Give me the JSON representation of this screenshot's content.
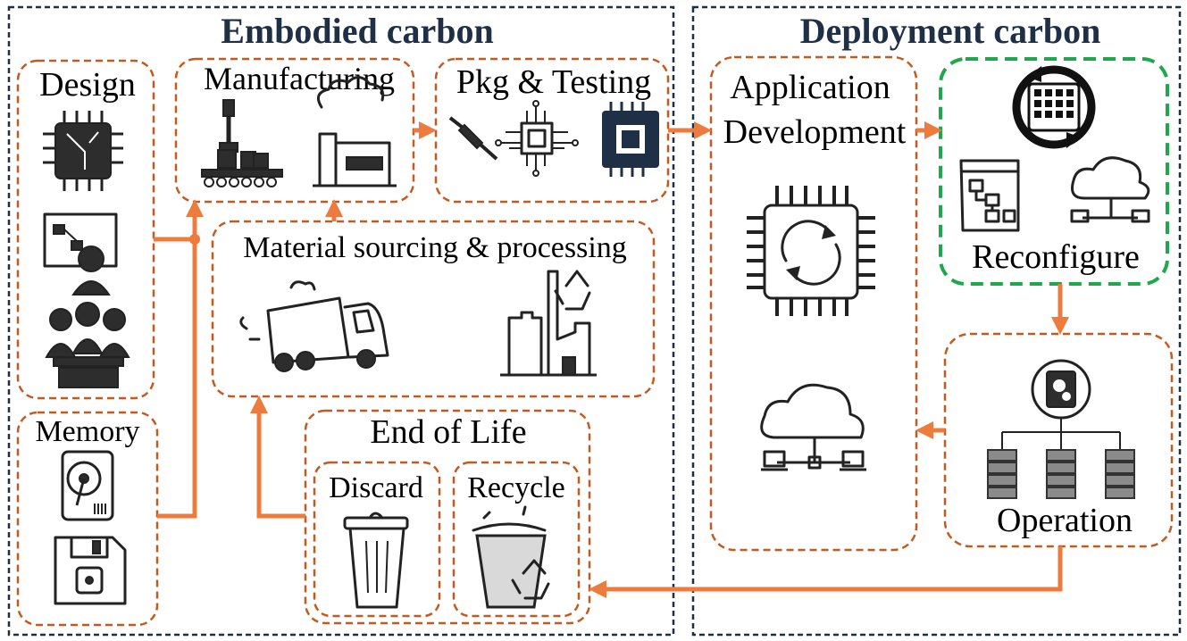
{
  "panels": {
    "embodied_title": "Embodied carbon",
    "deployment_title": "Deployment carbon"
  },
  "stages": {
    "design": "Design",
    "manufacturing": "Manufacturing",
    "pkg_testing": "Pkg & Testing",
    "material": "Material sourcing & processing",
    "memory": "Memory",
    "end_of_life": "End of Life",
    "discard": "Discard",
    "recycle": "Recycle",
    "app_line1": "Application",
    "app_line2": "Development",
    "reconfigure": "Reconfigure",
    "operation": "Operation"
  },
  "colors": {
    "arrow": "#ec7b3d",
    "stage_border": "#c55a20",
    "reconfigure_border": "#1fa84b",
    "panel_border": "#1f3046",
    "title": "#1f3046"
  },
  "icons": [
    "chip-icon",
    "design-board-icon",
    "team-icon",
    "robot-arm-icon",
    "factory-icon",
    "soldering-iron-icon",
    "circuit-icon",
    "processor-icon",
    "truck-icon",
    "recycling-plant-icon",
    "hard-disk-icon",
    "floppy-disk-icon",
    "trash-bin-icon",
    "recycle-bin-icon",
    "refresh-chip-icon",
    "cloud-network-icon",
    "rotating-chip-icon",
    "flowchart-window-icon",
    "server-settings-icon"
  ]
}
